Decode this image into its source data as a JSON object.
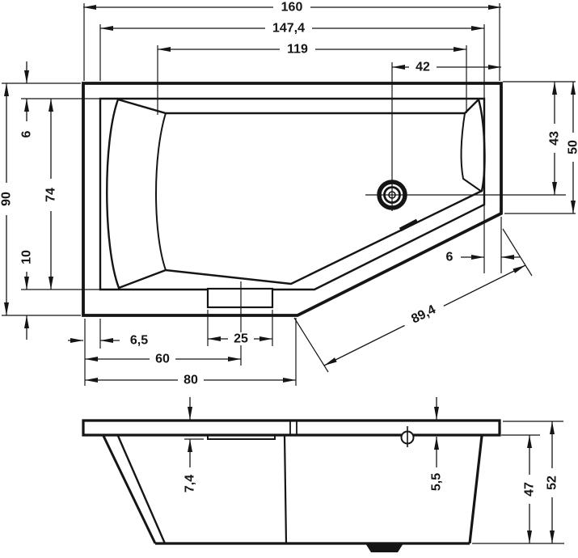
{
  "drawing": {
    "subject": "asymmetric bathtub technical drawing",
    "views": [
      "plan view (top)",
      "side elevation (bottom)"
    ],
    "line_color": "#151515",
    "background_color": "#ffffff"
  },
  "plan": {
    "dims": {
      "total_length": "160",
      "rim_inner_length": "147,4",
      "basin_length": "119",
      "drain_to_right_edge": "42",
      "total_width": "90",
      "rim_top_width": "6",
      "inner_width": "74",
      "apron_width": "10",
      "top_to_drain_axis": "43",
      "top_to_corner": "50",
      "diagonal_rim_width": "6",
      "diagonal_edge_length": "89,4",
      "rim_left_width": "6,5",
      "step_width": "25",
      "step_center_offset": "60",
      "straight_bottom_length": "80"
    }
  },
  "side": {
    "dims": {
      "rim_to_step_depth": "7,4",
      "rim_thickness": "5,5",
      "body_height": "47",
      "total_height": "52"
    }
  }
}
